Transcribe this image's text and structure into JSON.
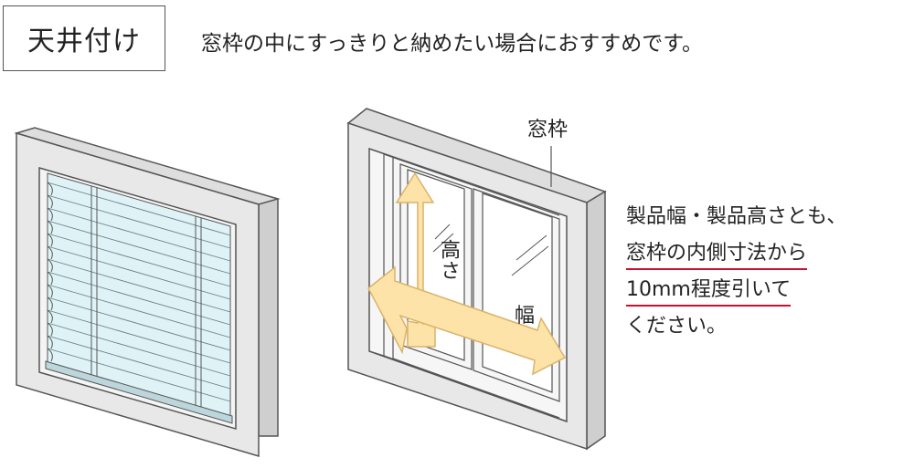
{
  "tag": "天井付け",
  "headline": "窓枠の中にすっきりと納めたい場合におすすめです。",
  "labels": {
    "window_frame": "窓枠",
    "height": "高さ",
    "width": "幅"
  },
  "note": {
    "line1": "製品幅・製品高さとも、",
    "line2": "窓枠の内側寸法から",
    "line3": "10mm程度引いて",
    "line4": "ください。"
  },
  "colors": {
    "frame_face": "#e8e8e8",
    "frame_side": "#d2d2d2",
    "outline": "#555555",
    "blind": "#dff3f7",
    "arrow_fill": "#fde3a8",
    "arrow_stroke": "#d9b36a",
    "underline": "#c8102e"
  }
}
